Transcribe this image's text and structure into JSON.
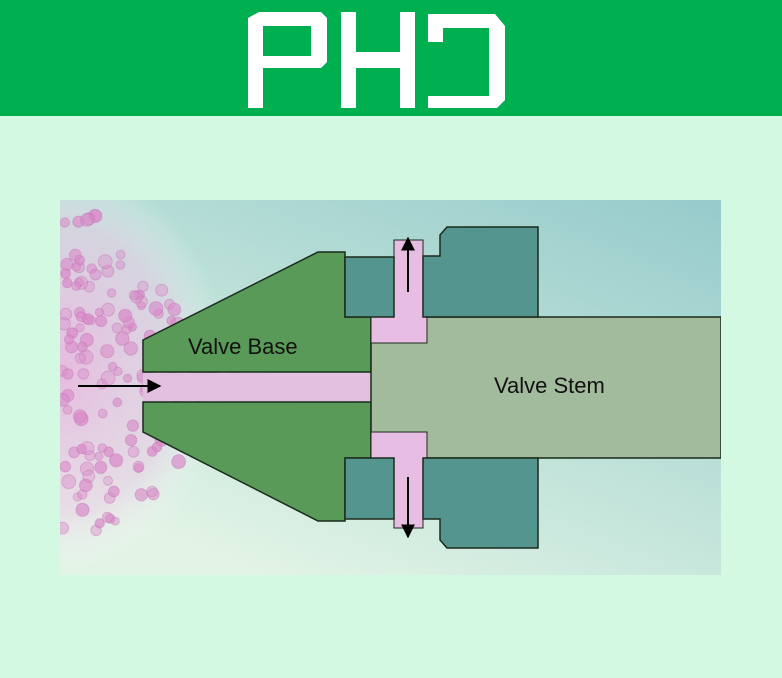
{
  "header": {
    "logo_text": "PHD",
    "background": "#00b050"
  },
  "diagram": {
    "labels": {
      "valve_base": "Valve Base",
      "valve_stem": "Valve Stem"
    },
    "colors": {
      "base": "#5a9a58",
      "stem": "#a3bb9d",
      "seat": "#559590",
      "fluid": "#e8b8e0"
    }
  }
}
